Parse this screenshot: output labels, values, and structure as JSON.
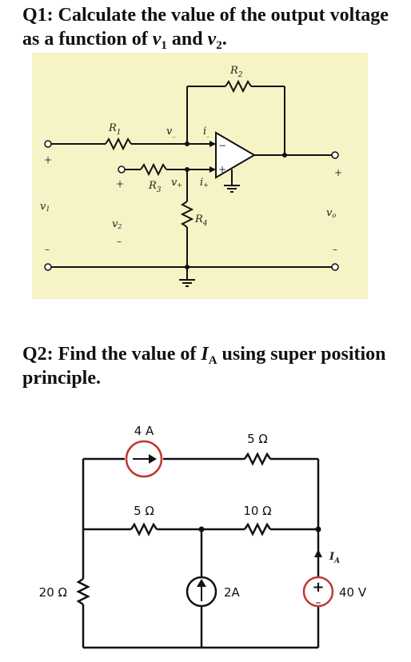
{
  "q1": {
    "text_main": "Q1: Calculate the value of the output voltage as a function of ",
    "v1": "v",
    "v1_sub": "1",
    "and": " and ",
    "v2": "v",
    "v2_sub": "2",
    "end": "."
  },
  "q2": {
    "text_main": "Q2: Find the value of ",
    "ia": "I",
    "ia_sub": "A",
    "text_end": " using super position principle."
  },
  "circuit1": {
    "background_color": "#f6f3c6",
    "r1": "R",
    "r1_sub": "1",
    "r2": "R",
    "r2_sub": "2",
    "r3": "R",
    "r3_sub": "3",
    "r4": "R",
    "r4_sub": "4",
    "v_minus": "v",
    "v_minus_sub": "_",
    "v_plus": "v",
    "v_plus_sub": "+",
    "i_minus": "i",
    "i_minus_sub": "_",
    "i_plus": "i",
    "i_plus_sub": "+",
    "v1": "v",
    "v1_sub": "1",
    "v2": "v",
    "v2_sub": "2",
    "vo": "v",
    "vo_sub": "o",
    "plus": "+",
    "minus": "–",
    "plus_sign": "+",
    "minus_sign": "−"
  },
  "circuit2": {
    "source_color": "#c0392b",
    "current_source_top": "4 A",
    "resistor_top_right": "5 Ω",
    "resistor_mid_left": "5 Ω",
    "resistor_mid_right": "10 Ω",
    "resistor_left": "20 Ω",
    "current_source_mid": "2A",
    "voltage_source": "40 V",
    "ia": "I",
    "ia_sub": "A",
    "plus": "+",
    "minus": "–"
  }
}
